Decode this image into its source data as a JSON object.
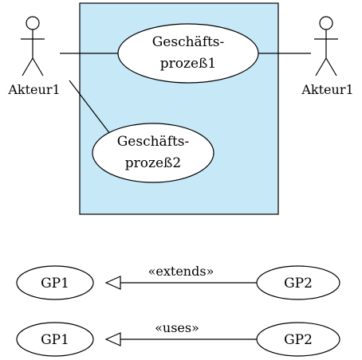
{
  "colors": {
    "system_fill": "#c6e8f7",
    "stroke": "#000000",
    "background": "#ffffff"
  },
  "use_case_diagram": {
    "actors": [
      {
        "name": "Akteur1"
      },
      {
        "name": "Akteur1"
      }
    ],
    "use_cases": [
      {
        "lines": [
          "Geschäfts-",
          "prozeß1"
        ]
      },
      {
        "lines": [
          "Geschäfts-",
          "prozeß2"
        ]
      }
    ]
  },
  "relationships": [
    {
      "from": "GP1",
      "to": "GP2",
      "stereotype": "«extends»"
    },
    {
      "from": "GP1",
      "to": "GP2",
      "stereotype": "«uses»"
    }
  ]
}
